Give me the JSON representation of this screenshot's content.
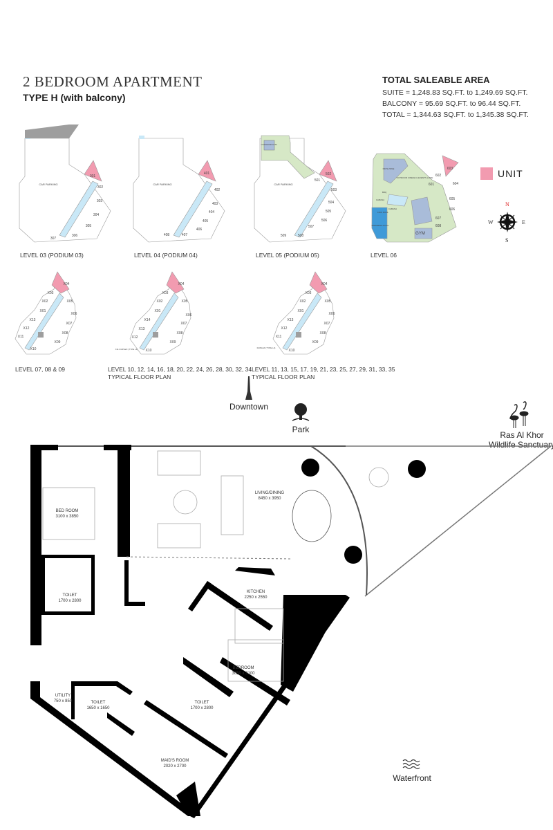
{
  "header": {
    "title": "2 BEDROOM APARTMENT",
    "subtitle": "TYPE H (with balcony)"
  },
  "saleable_area": {
    "heading": "TOTAL SALEABLE AREA",
    "suite": "SUITE = 1,248.83 SQ.FT. to 1,249.69 SQ.FT.",
    "balcony": "BALCONY = 95.69 SQ.FT. to 96.44 SQ.FT.",
    "total": "TOTAL = 1,344.63 SQ.FT. to 1,345.38 SQ.FT."
  },
  "legend": {
    "unit_label": "UNIT",
    "unit_color": "#f29bb0"
  },
  "compass": {
    "n": "N",
    "s": "S",
    "e": "E",
    "w": "W"
  },
  "colors": {
    "unit": "#f29bb0",
    "corridor": "#c9e8f7",
    "green": "#d6e8c6",
    "pool": "#3f9ad8",
    "amenity": "#a9bcd9",
    "core": "#9e9e9e",
    "wall": "#000000"
  },
  "key_plans": {
    "level03": {
      "caption": "LEVEL 03 (PODIUM 03)",
      "parking": "CAR PARKING",
      "units": [
        "301",
        "302",
        "303",
        "304",
        "305",
        "306",
        "307"
      ]
    },
    "level04": {
      "caption": "LEVEL 04 (PODIUM 04)",
      "parking": "CAR PARKING",
      "units": [
        "401",
        "402",
        "403",
        "404",
        "405",
        "406",
        "407",
        "408"
      ]
    },
    "level05": {
      "caption": "LEVEL 05 (PODIUM 05)",
      "parking": "CAR PARKING",
      "gym": "OUTDOOR GYM",
      "units": [
        "502",
        "501",
        "503",
        "504",
        "505",
        "506",
        "507",
        "508",
        "509"
      ]
    },
    "level06": {
      "caption": "LEVEL 06",
      "units": [
        "603",
        "602",
        "601",
        "604",
        "605",
        "606",
        "607",
        "608"
      ],
      "amenities": [
        "KID'S ZONE",
        "OUTDOOR CINEMA & EVENTS LAWN",
        "BBQ",
        "CABANA",
        "CABANA",
        "KIDS POOL",
        "SWIMMING POOL",
        "GYM"
      ]
    },
    "level07": {
      "caption": "LEVEL 07, 08 & 09",
      "units": [
        "X04",
        "X03",
        "X02",
        "X05",
        "X01",
        "X06",
        "X13",
        "X07",
        "X12",
        "X08",
        "X11",
        "X09",
        "X10"
      ]
    },
    "level10": {
      "caption": "LEVEL 10, 12, 14, 16, 18, 20, 22, 24, 26, 28, 30, 32, 34",
      "caption2": "TYPICAL FLOOR PLAN",
      "units": [
        "X04",
        "X03",
        "X02",
        "X05",
        "X01",
        "X06",
        "X14",
        "X07",
        "X13",
        "X08",
        "X12",
        "X09",
        "X11 DUPLEX (TYPE L1)",
        "X10"
      ]
    },
    "level11": {
      "caption": "LEVEL 11, 13, 15, 17, 19, 21, 23, 25, 27, 29, 31, 33, 35",
      "caption2": "TYPICAL FLOOR PLAN",
      "units": [
        "X04",
        "X03",
        "X02",
        "X05",
        "X01",
        "X06",
        "X13",
        "X07",
        "X12",
        "X08",
        "X11",
        "X09",
        "DUPLEX (TYPE L2)",
        "X10"
      ]
    }
  },
  "directions": {
    "downtown": "Downtown",
    "park": "Park",
    "ras_al_khor_1": "Ras Al Khor",
    "ras_al_khor_2": "Wildlife Sanctuary",
    "waterfront": "Waterfront"
  },
  "rooms": [
    {
      "name": "BED ROOM",
      "size": "3100 x 3850"
    },
    {
      "name": "LIVING/DINING",
      "size": "8450 x 3950"
    },
    {
      "name": "TOILET",
      "size": "1700 x 2800"
    },
    {
      "name": "KITCHEN",
      "size": "2250 x 2550"
    },
    {
      "name": "BEDROOM",
      "size": "3050 x 3100"
    },
    {
      "name": "UTILITY",
      "size": "750 x 850"
    },
    {
      "name": "TOILET",
      "size": "1650 x 1650"
    },
    {
      "name": "TOILET",
      "size": "1700 x 2800"
    },
    {
      "name": "MAID'S ROOM",
      "size": "2020 x 2700"
    }
  ]
}
